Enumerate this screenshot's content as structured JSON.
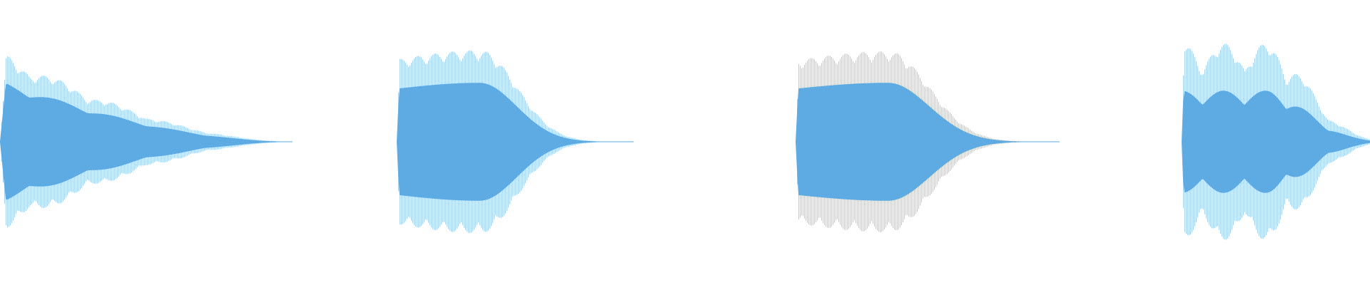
{
  "waveform": {
    "color": "#5dabe2",
    "background": "#ffffff",
    "clips": [
      {
        "id": "clip-1",
        "peak": 0.92,
        "core": 0.62,
        "ripple_cycles": 5,
        "ripple_depth": 0.14,
        "decay_power": 1.6
      },
      {
        "id": "clip-2",
        "peak": 0.93,
        "core": 0.6,
        "ripple_cycles": 0,
        "ripple_depth": 0.0,
        "decay_power": 1.0
      },
      {
        "id": "clip-3",
        "peak": 0.92,
        "core": 0.6,
        "ripple_cycles": 0,
        "ripple_depth": 0.0,
        "decay_power": 1.0
      },
      {
        "id": "clip-4",
        "peak": 1.0,
        "core": 0.52,
        "ripple_cycles": 4.5,
        "ripple_depth": 0.28,
        "decay_power": 0.9
      }
    ]
  }
}
